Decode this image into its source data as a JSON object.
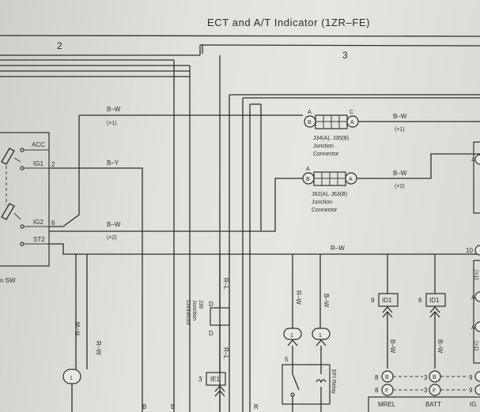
{
  "diagram": {
    "title": "ECT and A/T Indicator (1ZR–FE)",
    "sections": [
      "2",
      "3"
    ],
    "ignition_switch": {
      "name": "n SW",
      "terminals": [
        "ACC",
        "IG1",
        "IG2",
        "ST2"
      ],
      "pins": [
        "2",
        "6"
      ]
    },
    "wires": {
      "bw_top": "B–W",
      "bw_top_note": "(×1)",
      "by": "B–Y",
      "bw_mid": "B–W",
      "bw_mid_note": "(×2)",
      "rw_run": "R–W",
      "bw_right1": "B–W",
      "bw_right1_note": "(×1)",
      "bw_right2": "B–W",
      "bw_right2_note": "(×2)",
      "rw_left1": "R–W",
      "rw_left2": "R–W",
      "rl_top": "R–L",
      "rl_bottom": "R–L",
      "rw_vert": "R–W",
      "bw_vert": "B–W",
      "bw_id1a": "B–W",
      "bw_id1b": "B–W",
      "bottom_b1": "B",
      "bottom_b2": "B",
      "bottom_r": "R"
    },
    "jc1": {
      "pin_a": "A",
      "pin_c": "C",
      "pin_b": "B",
      "line1": "J34(A), J35(B)",
      "line2": "Junction",
      "line3": "Connector"
    },
    "jc2": {
      "pin_a": "A",
      "pin_b": "B",
      "line1": "J62(A), J63(B)",
      "line2": "Junction",
      "line3": "Connector"
    },
    "j36": {
      "label1": "J36",
      "label2": "Junction",
      "label3": "Connector",
      "pin": "D"
    },
    "ie1": {
      "pin": "3",
      "label": "IE1"
    },
    "id1_left": {
      "pin": "9",
      "label": "ID1"
    },
    "id1_right": {
      "pin": "6",
      "label": "ID1"
    },
    "efi_relay": {
      "label": "EFI Relay",
      "pin": "5"
    },
    "connector_pin": "1",
    "ecm": {
      "pins_left": [
        "8",
        "8"
      ],
      "pins_mid": [
        "3",
        "3"
      ],
      "pins_right": [
        "9",
        "9"
      ],
      "letters_left": [
        "B",
        "F"
      ],
      "letters_mid": [
        "B",
        "F"
      ],
      "labels": [
        "MREL",
        "BATT",
        "IG"
      ]
    },
    "right_edge": {
      "pins": [
        "4",
        "10"
      ],
      "letters": [
        "A",
        "A"
      ],
      "notes": [
        "(×1)",
        "(×1)"
      ]
    }
  }
}
